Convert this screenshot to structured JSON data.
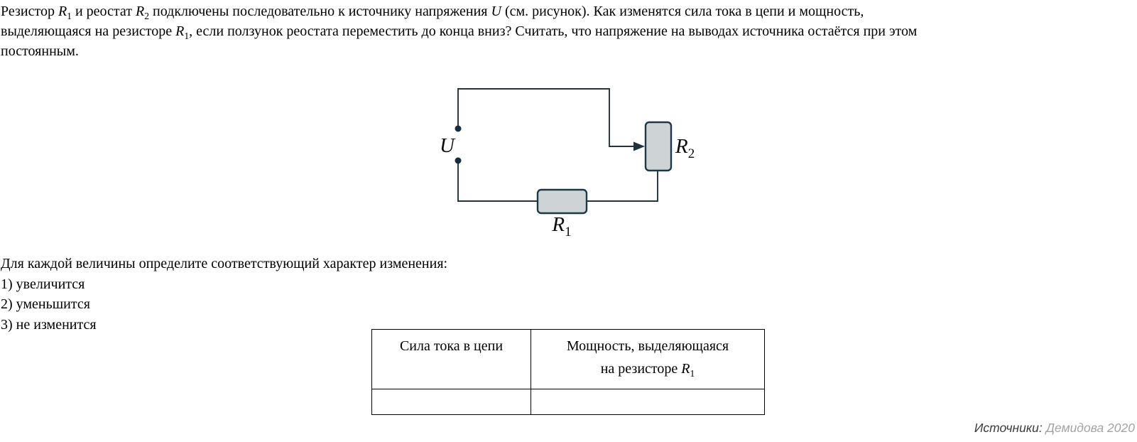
{
  "problem": {
    "lines": [
      [
        {
          "text": "Резистор "
        },
        {
          "var": "R",
          "sub": "1"
        },
        {
          "text": " и реостат "
        },
        {
          "var": "R",
          "sub": "2"
        },
        {
          "text": " подключены последовательно к источнику напряжения "
        },
        {
          "var": "U"
        },
        {
          "text": " (см. рисунок). Как изменятся сила тока в цепи и мощность,"
        }
      ],
      [
        {
          "text": "выделяющаяся на резисторе "
        },
        {
          "var": "R",
          "sub": "1"
        },
        {
          "text": ", если ползунок реостата переместить до конца вниз? Считать, что напряжение на выводах источника остаётся при этом"
        }
      ],
      [
        {
          "text": "постоянным."
        }
      ]
    ]
  },
  "circuit": {
    "source_label": "U",
    "resistor_label": {
      "base": "R",
      "sub": "1"
    },
    "rheostat_label": {
      "base": "R",
      "sub": "2"
    },
    "colors": {
      "wire": "#22333b",
      "component_fill": "#ced3d6",
      "component_border": "#1b3947",
      "terminal_dot": "#14303c"
    }
  },
  "instructions": {
    "prompt": "Для каждой величины определите соответствующий характер изменения:",
    "options": [
      "1) увеличится",
      "2) уменьшится",
      "3) не изменится"
    ]
  },
  "answer_table": {
    "columns": [
      {
        "header_lines": [
          [
            {
              "text": "Сила тока в цепи"
            }
          ]
        ]
      },
      {
        "header_lines": [
          [
            {
              "text": "Мощность, выделяющаяся"
            }
          ],
          [
            {
              "text": "на резисторе "
            },
            {
              "var": "R",
              "sub": "1"
            }
          ]
        ]
      }
    ],
    "answer_row": [
      "",
      ""
    ]
  },
  "footer": {
    "label": "Источники:",
    "value": "Демидова 2020"
  }
}
